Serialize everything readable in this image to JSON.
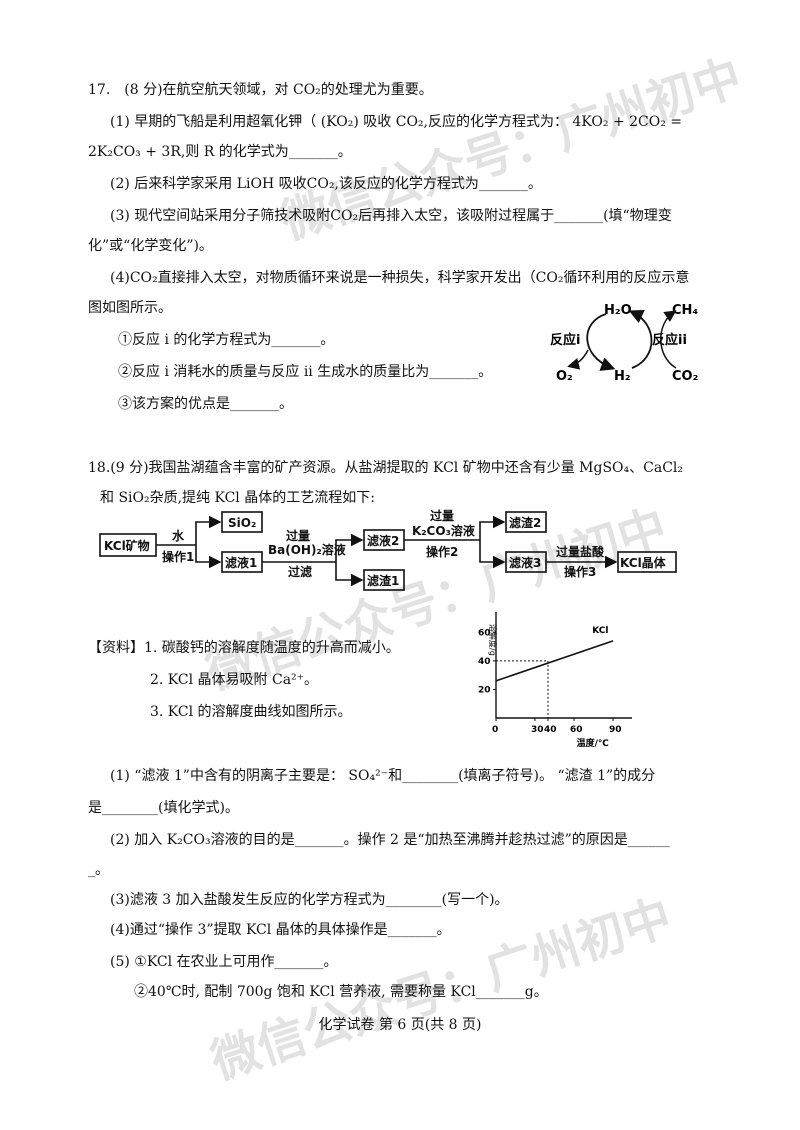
{
  "q17": {
    "title": "17.　(8 分)在航空航天领域，对 CO₂的处理尤为重要。",
    "p1a": "(1) 早期的飞船是利用超氧化钾（ (KO₂) 吸收 CO₂,反应的化学方程式为： 4KO₂ + 2CO₂ =",
    "p1b": "2K₂CO₃ + 3R,则 R 的化学式为_______。",
    "p2": "(2) 后来科学家采用 LiOH 吸收CO₂,该反应的化学方程式为_______。",
    "p3a": "(3) 现代空间站采用分子筛技术吸附CO₂后再排入太空，该吸附过程属于_______(填“物理变",
    "p3b": "化”或“化学变化”)。",
    "p4a": "(4)CO₂直接排入太空，对物质循环来说是一种损失，科学家开发出（CO₂循环利用的反应示意",
    "p4b": "图如图所示。",
    "p4_1": "①反应 i 的化学方程式为_______。",
    "p4_2": "②反应 i 消耗水的质量与反应 ii 生成水的质量比为_______。",
    "p4_3": "③该方案的优点是_______。",
    "cycle": {
      "h2o": "H₂O",
      "ch4": "CH₄",
      "o2": "O₂",
      "h2": "H₂",
      "co2": "CO₂",
      "r1": "反应i",
      "r2": "反应ii"
    }
  },
  "q18": {
    "title": "18.(9 分)我国盐湖蕴含丰富的矿产资源。从盐湖提取的 KCl 矿物中还含有少量 MgSO₄、CaCl₂",
    "title2": "和 SiO₂杂质,提纯 KCl 晶体的工艺流程如下:",
    "flow": {
      "start": "KCl矿物",
      "water": "水",
      "op1": "操作1",
      "sio2": "SiO₂",
      "filtrate1": "滤液1",
      "baoh2_top": "过量",
      "baoh2": "Ba(OH)₂溶液",
      "filter": "过滤",
      "filtrate2": "滤液2",
      "residue1": "滤渣1",
      "k2co3_top": "过量",
      "k2co3": "K₂CO₃溶液",
      "op2": "操作2",
      "residue2": "滤渣2",
      "filtrate3": "滤液3",
      "hcl": "过量盐酸",
      "op3": "操作3",
      "product": "KCl晶体"
    },
    "info_label": "【资料】",
    "info1": "1. 碳酸钙的溶解度随温度的升高而减小。",
    "info2": "2. KCl 晶体易吸附 Ca²⁺。",
    "info3": "3. KCl 的溶解度曲线如图所示。",
    "q1a": "(1) “滤液 1”中含有的阴离子主要是： SO₄²⁻和________(填离子符号)。 “滤渣 1”的成分",
    "q1b": "是________(填化学式)。",
    "q2a": "(2) 加入 K₂CO₃溶液的目的是_______。操作 2 是“加热至沸腾并趁热过滤”的原因是______",
    "q2b": "_。",
    "q3": "(3)滤液 3 加入盐酸发生反应的化学方程式为________(写一个)。",
    "q4": "(4)通过“操作 3”提取 KCl 晶体的具体操作是_______。",
    "q5a": "(5) ①KCl 在农业上可用作_______。",
    "q5b": "②40℃时, 配制 700g 饱和 KCl 营养液, 需要称量 KCl_______g。"
  },
  "chart_data": {
    "type": "line",
    "series": [
      {
        "name": "KCl",
        "x": [
          0,
          90
        ],
        "y": [
          26,
          54
        ]
      }
    ],
    "ylabel": "溶解度/g",
    "xlabel": "温度/℃",
    "xticks": [
      "0",
      "30",
      "40",
      "60",
      "90"
    ],
    "yticks": [
      "20",
      "40",
      "60"
    ],
    "guide_point": {
      "x": 40,
      "y": 40
    },
    "xlim": [
      0,
      100
    ],
    "ylim": [
      0,
      70
    ]
  },
  "footer": "化学试卷 第 6 页(共 8 页)",
  "watermark": [
    "微信公众号：广州初中",
    "微信公众号：广州初中",
    "微信公众号：广州初中"
  ]
}
